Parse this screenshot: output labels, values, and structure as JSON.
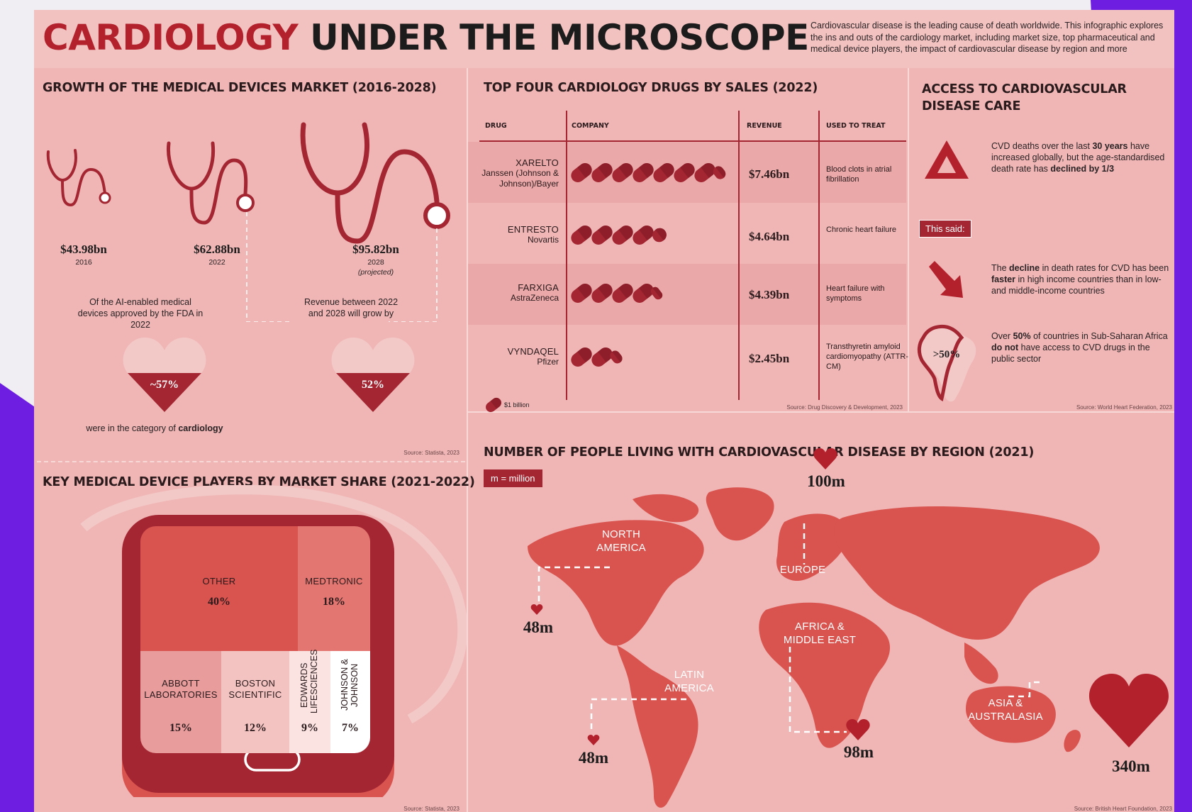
{
  "title": {
    "part1": "CARDIOLOGY",
    "part2": "UNDER THE MICROSCOPE"
  },
  "intro": "Cardiovascular disease is the leading cause of death worldwide. This infographic explores the ins and outs of the cardiology market, including market size, top pharmaceutical and medical device players, the impact of cardiovascular disease by region and more",
  "growth": {
    "title": "GROWTH OF THE MEDICAL DEVICES MARKET (2016-2028)",
    "items": [
      {
        "value": "$43.98bn",
        "year": "2016",
        "note": ""
      },
      {
        "value": "$62.88bn",
        "year": "2022",
        "note": ""
      },
      {
        "value": "$95.82bn",
        "year": "2028",
        "note": "(projected)"
      }
    ],
    "ai_caption": "Of the AI-enabled medical devices approved by the FDA in 2022",
    "ai_value": "~57%",
    "ai_bottom_prefix": "were in the category of ",
    "ai_bottom_bold": "cardiology",
    "rev_caption": "Revenue between 2022 and 2028 will grow by",
    "rev_value": "52%",
    "source": "Source: Statista, 2023"
  },
  "drugs": {
    "title": "TOP FOUR CARDIOLOGY DRUGS BY SALES (2022)",
    "headers": {
      "drug": "DRUG",
      "company": "COMPANY",
      "revenue": "REVENUE",
      "used": "USED TO TREAT"
    },
    "rows": [
      {
        "drug": "XARELTO",
        "company": "Janssen (Johnson & Johnson)/Bayer",
        "revenue": "$7.46bn",
        "revenue_value": 7.46,
        "treat": "Blood clots in atrial fibrillation"
      },
      {
        "drug": "ENTRESTO",
        "company": "Novartis",
        "revenue": "$4.64bn",
        "revenue_value": 4.64,
        "treat": "Chronic heart failure"
      },
      {
        "drug": "FARXIGA",
        "company": "AstraZeneca",
        "revenue": "$4.39bn",
        "revenue_value": 4.39,
        "treat": "Heart failure with symptoms"
      },
      {
        "drug": "VYNDAQEL",
        "company": "Pfizer",
        "revenue": "$2.45bn",
        "revenue_value": 2.45,
        "treat": "Transthyretin amyloid cardiomyopathy (ATTR-CM)"
      }
    ],
    "legend": "$1 billion",
    "source": "Source: Drug Discovery & Development, 2023"
  },
  "access": {
    "title_line1": "ACCESS TO CARDIOVASCULAR",
    "title_line2": "DISEASE CARE",
    "fact1": {
      "a": "CVD deaths over the last ",
      "b": "30 years",
      "c": " have increased globally, but the age-standardised death rate has ",
      "d": "declined by 1/3"
    },
    "badge": "This said:",
    "fact2": {
      "a": "The ",
      "b": "decline",
      "c": " in death rates for CVD has been ",
      "d": "faster",
      "e": " in high income countries than in low- and middle-income countries"
    },
    "fact3": {
      "a": "Over ",
      "b": "50%",
      "c": " of countries in Sub-Saharan Africa ",
      "d": "do not",
      "e": " have access to CVD drugs in the public sector"
    },
    "africa_value": ">50%",
    "source": "Source: World Heart Federation, 2023"
  },
  "players": {
    "title": "KEY MEDICAL DEVICE PLAYERS BY MARKET SHARE (2021-2022)",
    "cells": [
      {
        "label": "OTHER",
        "pct": "40%"
      },
      {
        "label": "MEDTRONIC",
        "pct": "18%"
      },
      {
        "label_l1": "ABBOTT",
        "label_l2": "LABORATORIES",
        "pct": "15%"
      },
      {
        "label_l1": "BOSTON",
        "label_l2": "SCIENTIFIC",
        "pct": "12%"
      },
      {
        "label": "EDWARDS LIFESCIENCES",
        "pct": "9%"
      },
      {
        "label": "JOHNSON & JOHNSON",
        "pct": "7%"
      }
    ],
    "source": "Source: Statista, 2023"
  },
  "regions": {
    "title": "NUMBER OF PEOPLE LIVING WITH CARDIOVASCULAR DISEASE BY REGION (2021)",
    "legend": "m = million",
    "items": [
      {
        "name_l1": "NORTH",
        "name_l2": "AMERICA",
        "value": "48m"
      },
      {
        "name_l1": "EUROPE",
        "name_l2": "",
        "value": "100m"
      },
      {
        "name_l1": "AFRICA &",
        "name_l2": "MIDDLE EAST",
        "value": "98m"
      },
      {
        "name_l1": "LATIN",
        "name_l2": "AMERICA",
        "value": "48m"
      },
      {
        "name_l1": "ASIA &",
        "name_l2": "AUSTRALASIA",
        "value": "340m"
      }
    ],
    "source": "Source: British Heart Foundation, 2023"
  },
  "colors": {
    "dark_red": "#a32632",
    "mid_red": "#d9534f",
    "light_pink": "#efb6b5"
  }
}
